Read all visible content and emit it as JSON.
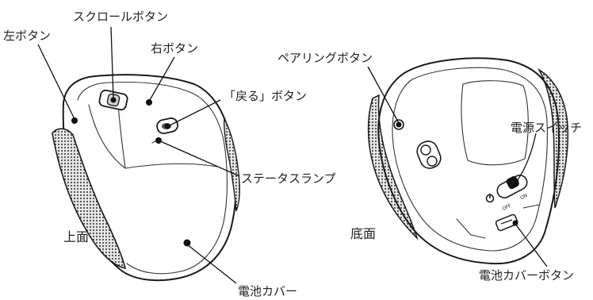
{
  "labels": {
    "left_button": "左ボタン",
    "scroll_button": "スクロールボタン",
    "right_button": "右ボタン",
    "back_button": "「戻る」ボタン",
    "status_lamp": "ステータスランプ",
    "top_view": "上面",
    "battery_cover": "電池カバー",
    "pairing_button": "ペアリングボタン",
    "power_switch": "電源スイッチ",
    "bottom_view": "底面",
    "battery_cover_button": "電池カバーボタン",
    "switch_off": "OFF",
    "switch_on": "ON"
  },
  "colors": {
    "line": "#1a1a1a",
    "grip": "#555555"
  }
}
